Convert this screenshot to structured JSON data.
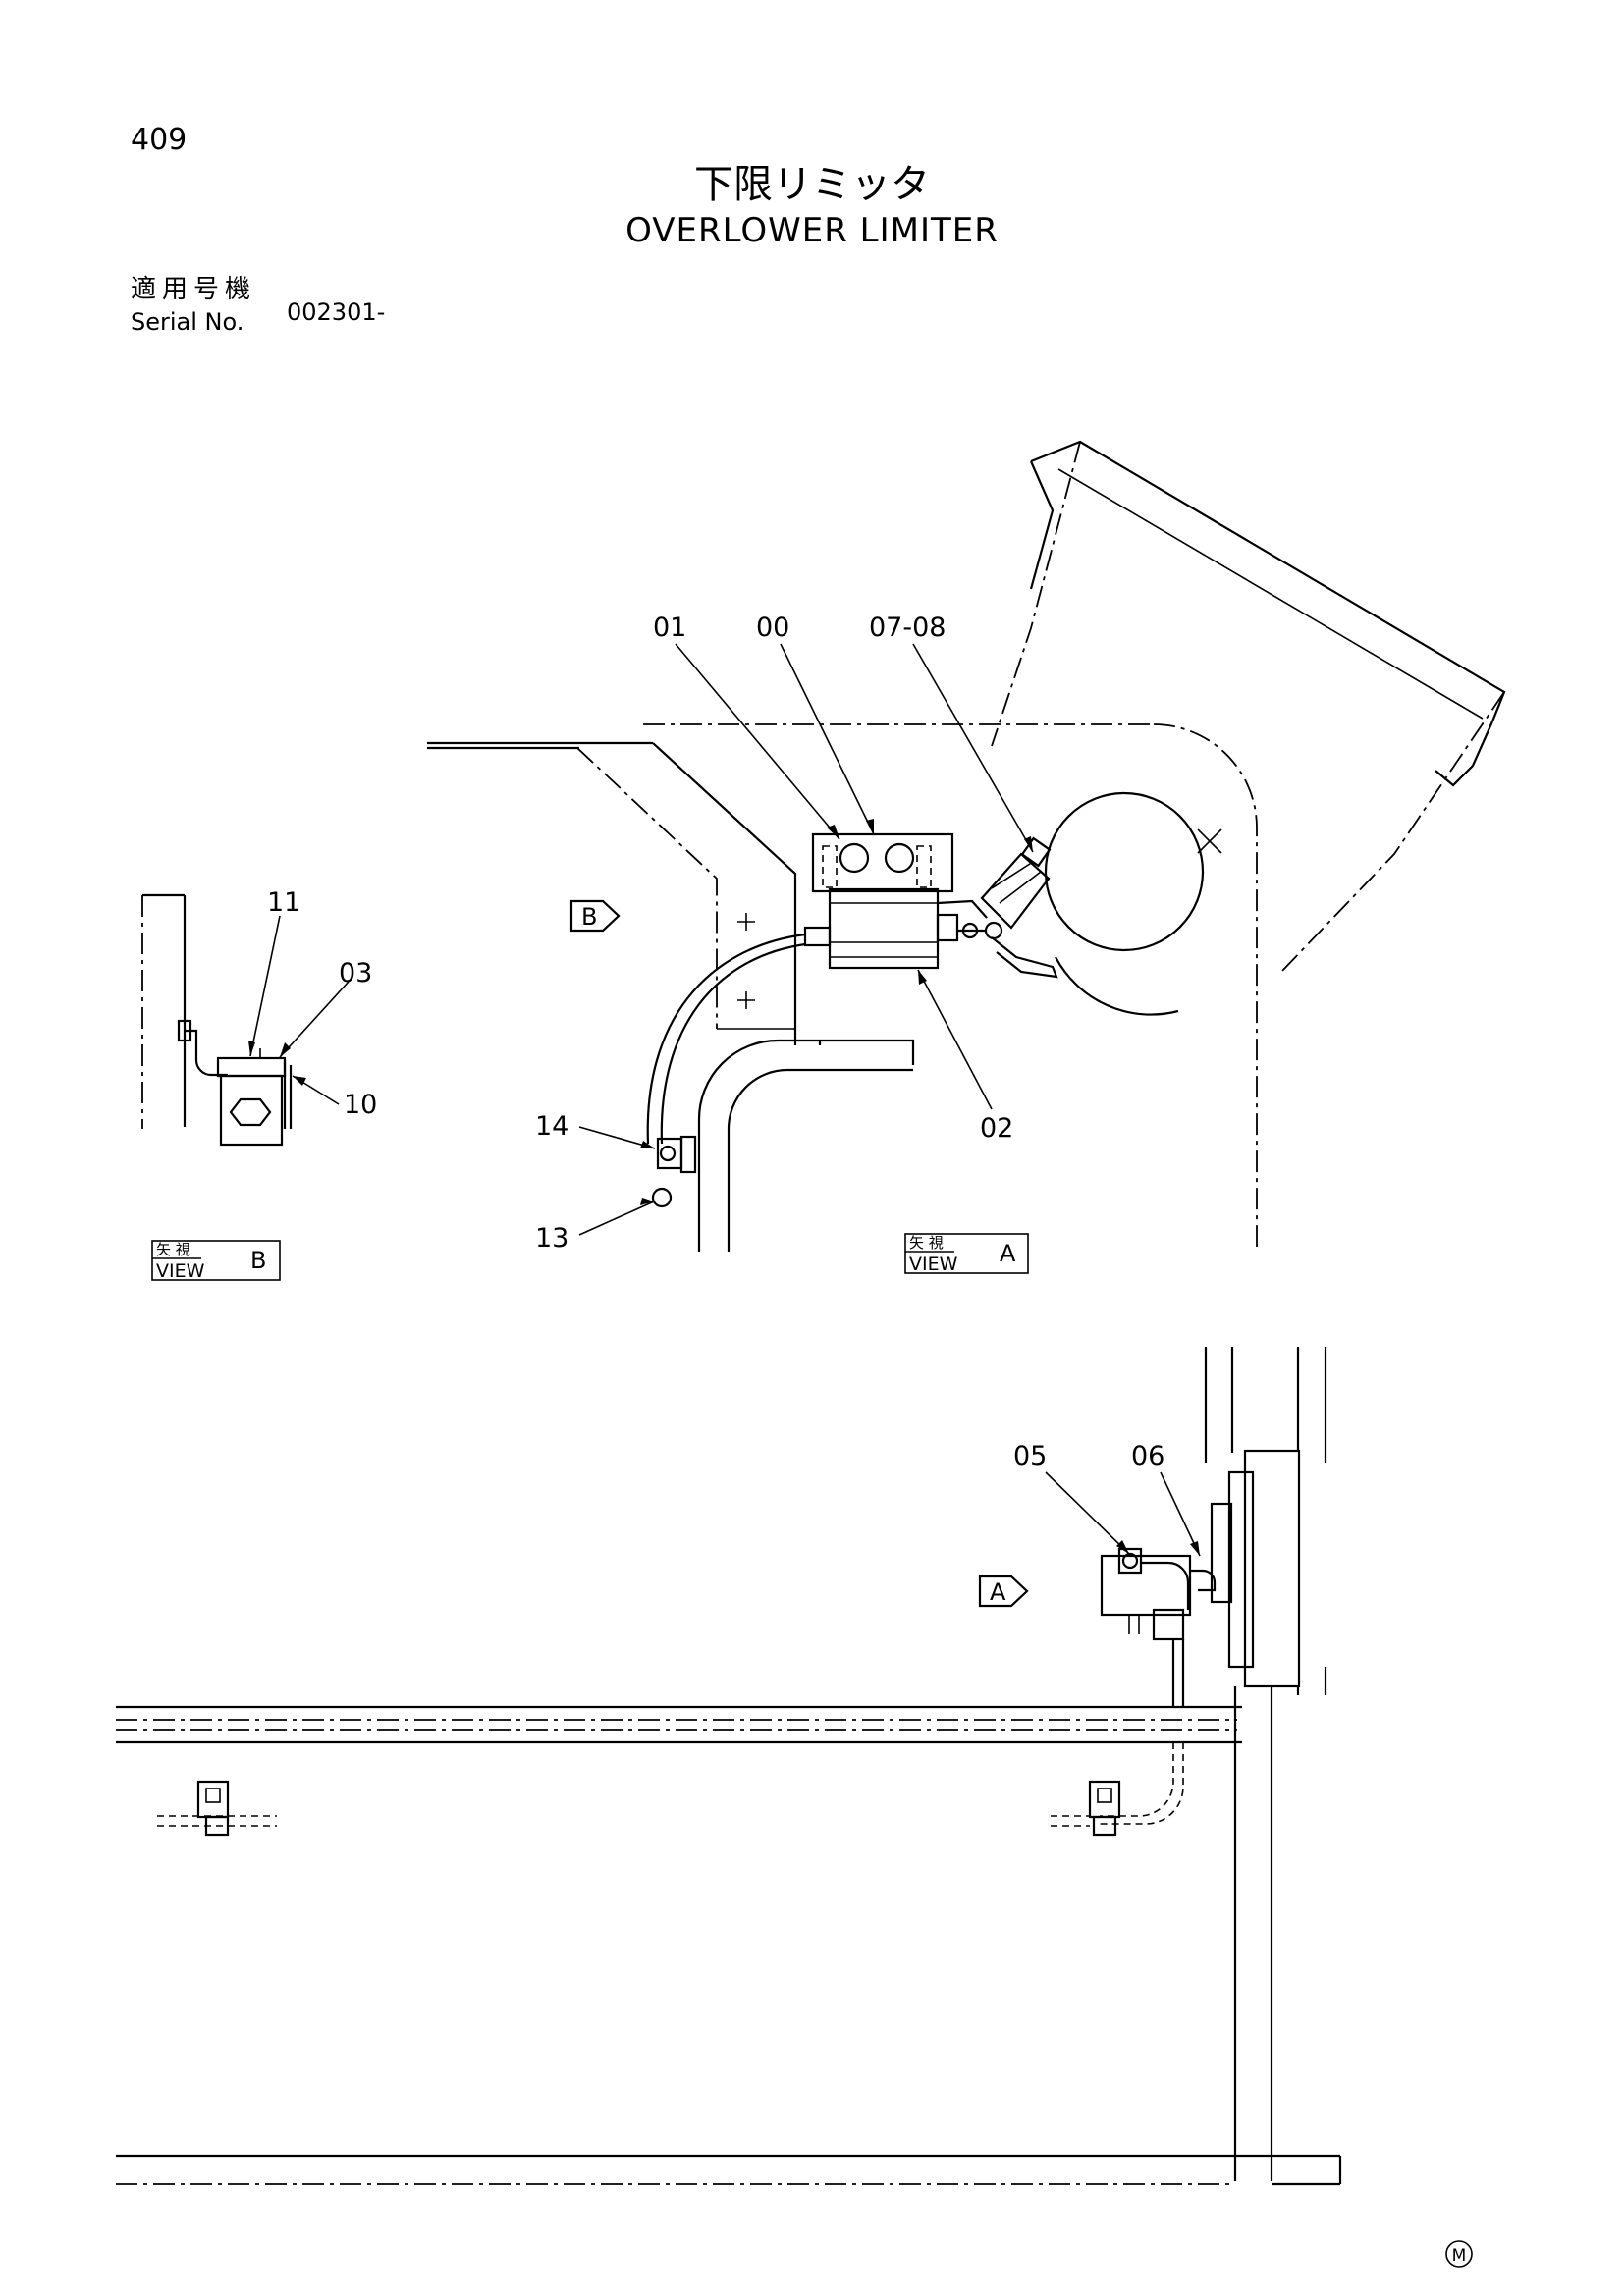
{
  "page": {
    "number": "409",
    "title_jp": "下限リミッタ",
    "title_en": "OVERLOWER LIMITER",
    "serial_label_jp": "適用号機",
    "serial_label_en": "Serial No.",
    "serial_value": "002301-",
    "mark": "M"
  },
  "callouts": {
    "c00": "00",
    "c01": "01",
    "c02": "02",
    "c03": "03",
    "c05": "05",
    "c06": "06",
    "c07_08": "07-08",
    "c10": "10",
    "c11": "11",
    "c13": "13",
    "c14": "14"
  },
  "views": {
    "view_a": {
      "label_jp": "矢 視",
      "label_en": "VIEW",
      "letter": "A"
    },
    "view_b": {
      "label_jp": "矢 視",
      "label_en": "VIEW",
      "letter": "B"
    }
  },
  "arrows": {
    "arrow_a": "A",
    "arrow_b": "B"
  }
}
